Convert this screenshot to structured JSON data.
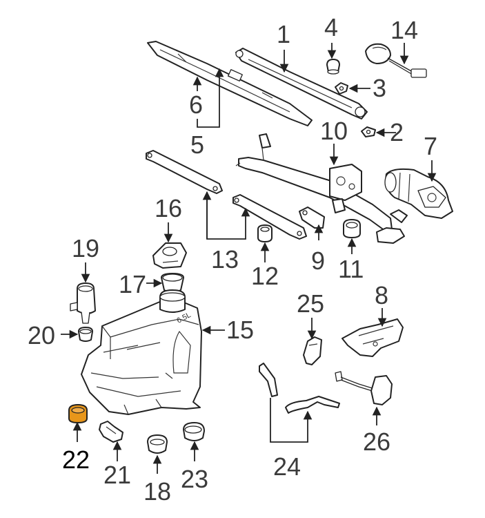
{
  "colors": {
    "line": "#222222",
    "label": "#3b3b3b",
    "highlight_fill": "#e8961a",
    "highlight_label": "#000000"
  },
  "callouts": {
    "c1": "1",
    "c2": "2",
    "c3": "3",
    "c4": "4",
    "c5": "5",
    "c6": "6",
    "c7": "7",
    "c8": "8",
    "c9": "9",
    "c10": "10",
    "c11": "11",
    "c12": "12",
    "c13": "13",
    "c14": "14",
    "c15": "15",
    "c16": "16",
    "c17": "17",
    "c18": "18",
    "c19": "19",
    "c20": "20",
    "c21": "21",
    "c22": "22",
    "c23": "23",
    "c24": "24",
    "c25": "25",
    "c26": "26"
  },
  "markings": {
    "tank_capacity": "6.5L"
  },
  "highlighted_part": "22"
}
